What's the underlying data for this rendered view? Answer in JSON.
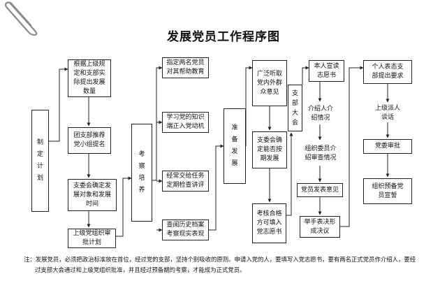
{
  "title": "发展党员工作程序图",
  "columns": {
    "plan": {
      "head": "制定计划",
      "steps": [
        "根据上级规定和支部实际提出发展数量",
        "团支部推荐党小组提名",
        "支委会确定发展对象和发展时间",
        "上级党组织审批计划"
      ]
    },
    "inspect": {
      "head": "考察培养",
      "steps": [
        "指定两名党员对其帮助教育",
        "学习党的知识端正入党动机",
        "经常交给任务定期检查讲评",
        "查阅历史档案考察现实表现"
      ]
    },
    "prepare": {
      "head": "准备发展",
      "steps": [
        "广泛听取党内外群众意见",
        "支委会确定能否按期发展",
        "考核合格方可填入党志愿书"
      ]
    },
    "meeting": {
      "head": "支部大会",
      "steps": [
        "本人宣读志愿书",
        "介绍人介绍情况",
        "组织委员介绍审查情况",
        "党员发表意见",
        "举手表决形成决议"
      ]
    },
    "approve": {
      "steps": [
        "个人表态支部提出要求",
        "上级派人谈话",
        "党委审批",
        "组织预备党员宣誓"
      ]
    }
  },
  "note": {
    "line1": "注：发展党员，必须把政治标准放在首位，经过党的支部，坚持个别吸收的原则。申请入党的人，要填写入党志愿书，要有两名正式党员作介绍人，要经",
    "line2": "过支部大会通过和上级党组织批准，并且经过预备期的考察，才能成为正式党员。"
  }
}
